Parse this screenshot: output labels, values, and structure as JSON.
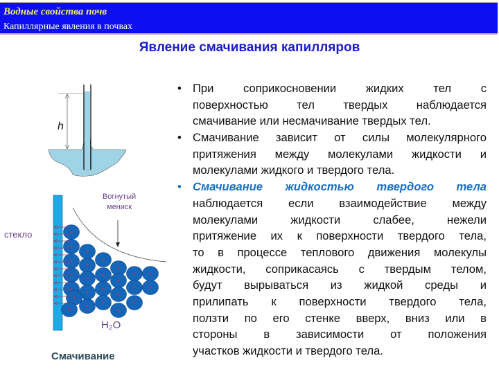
{
  "header": {
    "section": "Водные свойства почв",
    "subsection": "Капиллярные явления в почвах"
  },
  "title": "Явление смачивания капилляров",
  "diagram": {
    "height_label": "h",
    "meniscus_label_1": "Вогнутый",
    "meniscus_label_2": "мениск",
    "glass_label": "стекло",
    "water_label": "H₂O",
    "caption": "Смачивание",
    "colors": {
      "liquid": "#9fd3e6",
      "glass": "#1ea8e6",
      "molecule": "#1565b8",
      "arrow": "#b0365a"
    }
  },
  "paragraphs": [
    {
      "highlight": false,
      "lines": [
        "При соприкосновении жидких тел с",
        "поверхностью тел твердых наблюдается",
        "смачивание или несмачивание твердых тел."
      ]
    },
    {
      "highlight": false,
      "lines": [
        "Смачивание зависит от силы молекулярного",
        "притяжения между молекулами жидкости и",
        "молекулами жидкого и твердого тела."
      ]
    },
    {
      "highlight": true,
      "lines": [
        "Смачивание жидкостью твердого тела",
        "наблюдается если взаимодействие между",
        "молекулами жидкости слабее, нежели",
        "притяжение их к поверхности твердого тела,",
        "то в процессе теплового движения молекулы",
        "жидкости, соприкасаясь с твердым телом,",
        "будут вырываться из жидкой среды и",
        "прилипать к поверхности твердого тела,",
        "ползти по его стенке вверх, вниз или в",
        "стороны в зависимости от положения",
        "участков жидкости и твердого тела."
      ]
    }
  ]
}
